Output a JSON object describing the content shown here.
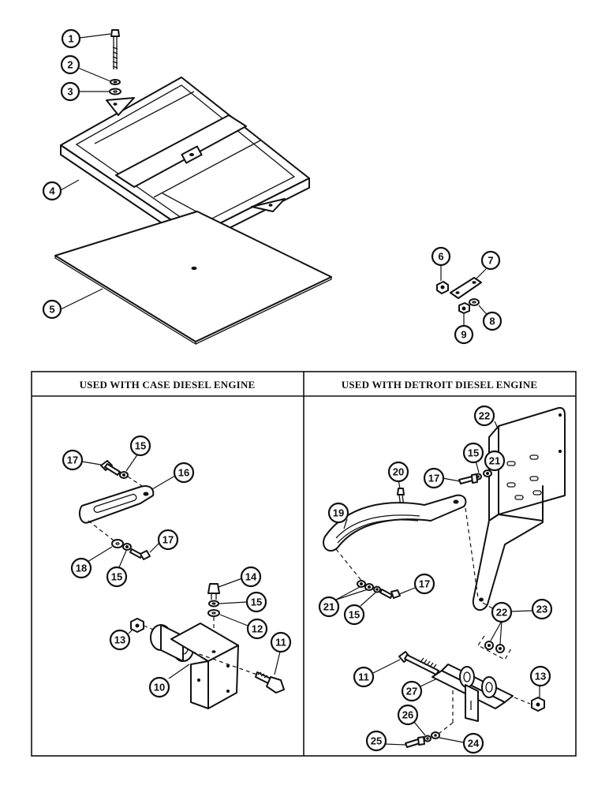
{
  "panels": {
    "left_title": "USED WITH CASE DIESEL ENGINE",
    "right_title": "USED WITH DETROIT DIESEL ENGINE"
  },
  "callouts": {
    "c1": "1",
    "c2": "2",
    "c3": "3",
    "c4": "4",
    "c5": "5",
    "c6": "6",
    "c7": "7",
    "c8": "8",
    "c9": "9",
    "l17a": "17",
    "l15a": "15",
    "l16": "16",
    "l18": "18",
    "l15b": "15",
    "l17b": "17",
    "l14": "14",
    "l15c": "15",
    "l12": "12",
    "l13": "13",
    "l11": "11",
    "l10": "10",
    "r22a": "22",
    "r21a": "21",
    "r15a": "15",
    "r17a": "17",
    "r20": "20",
    "r19": "19",
    "r23": "23",
    "r21b": "21",
    "r15b": "15",
    "r17b": "17",
    "r22b": "22",
    "r11": "11",
    "r27": "27",
    "r13": "13",
    "r26": "26",
    "r25": "25",
    "r24": "24"
  }
}
